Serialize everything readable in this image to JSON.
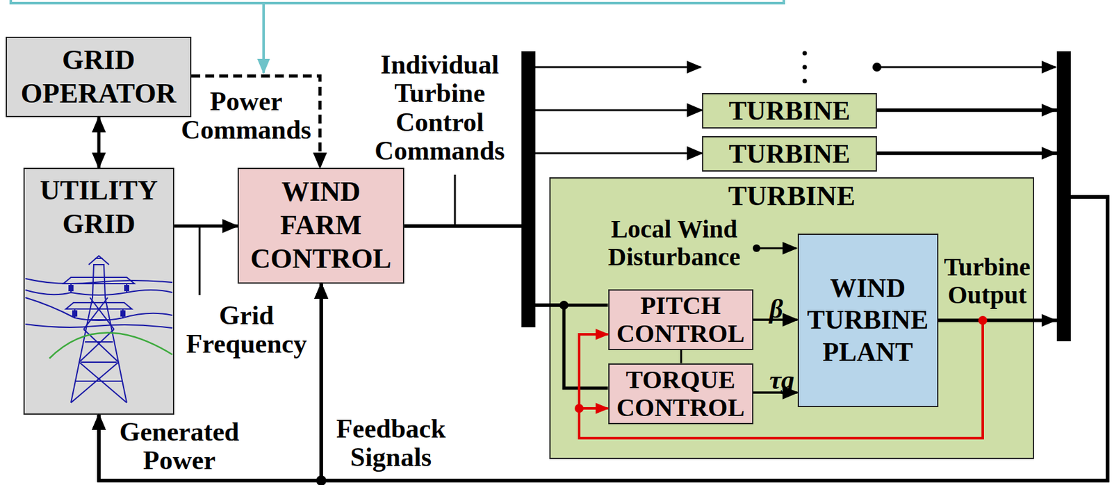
{
  "diagram": {
    "nodes": [
      {
        "text": [
          "GRID OPERATOR"
        ]
      },
      {
        "text": [
          "UTILITY GRID"
        ]
      },
      {
        "text": [
          "WIND FARM CONTROL"
        ]
      },
      {
        "text": [
          "TURBINE"
        ]
      },
      {
        "text": [
          "TURBINE"
        ]
      },
      {
        "text": [
          "TURBINE"
        ]
      },
      {
        "text": [
          "PITCH CONTROL"
        ],
        "in": 5
      },
      {
        "text": [
          "TORQUE CONTROL"
        ],
        "in": 5
      },
      {
        "text": [
          "WIND TURBINE PLANT"
        ],
        "in": 5
      }
    ],
    "edges": [
      {
        "from": 0,
        "to": 1,
        "arrow": "both"
      },
      {
        "from": 0,
        "to": 2,
        "arrow": "to"
      },
      {
        "from": 1,
        "to": 2,
        "arrow": "to"
      },
      {
        "from": 2,
        "to": 3,
        "arrow": "to"
      },
      {
        "from": 2,
        "to": 4,
        "arrow": "to"
      },
      {
        "from": 2,
        "to": 6,
        "arrow": "none"
      },
      {
        "from": 2,
        "to": 7,
        "arrow": "none"
      },
      {
        "from": 6,
        "to": 8,
        "arrow": "to"
      },
      {
        "from": 7,
        "to": 8,
        "arrow": "to"
      },
      {
        "from": 8,
        "to": 6,
        "arrow": "to"
      },
      {
        "from": 8,
        "to": 7,
        "arrow": "to"
      },
      {
        "from": 6,
        "to": 7,
        "arrow": "none"
      },
      {
        "from": 8,
        "to": 1,
        "arrow": "to"
      },
      {
        "from": 3,
        "to": 1,
        "arrow": "to"
      },
      {
        "from": 4,
        "to": 1,
        "arrow": "to"
      },
      {
        "from": 8,
        "to": 2,
        "arrow": "to"
      },
      {
        "from": 3,
        "to": 2,
        "arrow": "to"
      },
      {
        "from": 4,
        "to": 2,
        "arrow": "to"
      }
    ],
    "labels": [
      "Power Commands",
      "Individual Turbine Control Commands",
      "Grid Frequency",
      "Generated Power",
      "Feedback Signals",
      "Local Wind Disturbance",
      "β",
      "τg",
      "Turbine Output"
    ]
  }
}
